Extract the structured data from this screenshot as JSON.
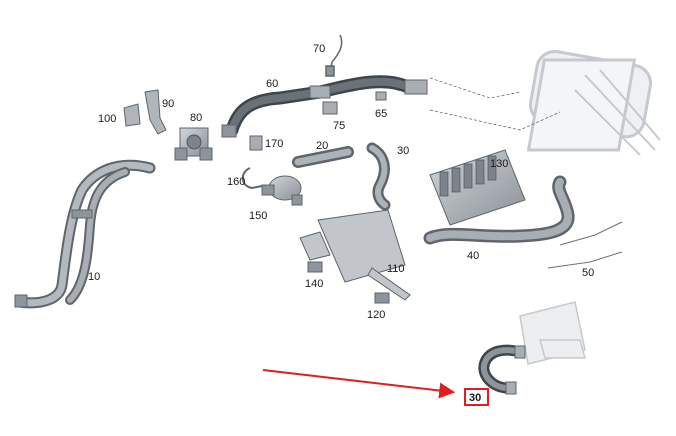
{
  "diagram": {
    "part_labels": [
      "70",
      "60",
      "90",
      "80",
      "100",
      "75",
      "65",
      "170",
      "20",
      "30",
      "160",
      "130",
      "150",
      "10",
      "110",
      "140",
      "40",
      "50",
      "120"
    ],
    "highlighted_label": "30",
    "colors": {
      "background": "#ffffff",
      "hose_fill": "#8e949b",
      "hose_dark": "#5f656b",
      "hose_light": "#c8ccd1",
      "component_fill": "#a9aeb4",
      "faded_fill": "#dfe2e6",
      "faded_stroke": "#c6cace",
      "highlight": "#e01e1e",
      "arrow": "#e01e1e",
      "label": "#1a1a1a"
    }
  }
}
